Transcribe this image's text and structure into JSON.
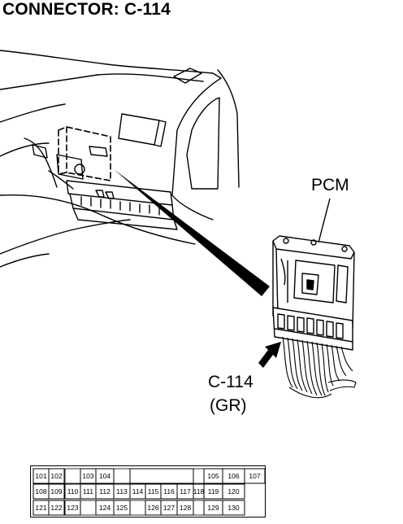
{
  "title": "CONNECTOR: C-114",
  "callouts": {
    "pcm": "PCM",
    "connector": "C-114",
    "color": "(GR)"
  },
  "pin_table": {
    "rows": [
      [
        "101",
        "102",
        "",
        "103",
        "104",
        "",
        "",
        "",
        "",
        "",
        "",
        "105",
        "106",
        "107"
      ],
      [
        "108",
        "109",
        "110",
        "111",
        "112",
        "113",
        "114",
        "115",
        "116",
        "117",
        "118",
        "119",
        "120"
      ],
      [
        "121",
        "122",
        "123",
        "",
        "124",
        "125",
        "",
        "126",
        "127",
        "128",
        "",
        "129",
        "130"
      ]
    ]
  }
}
